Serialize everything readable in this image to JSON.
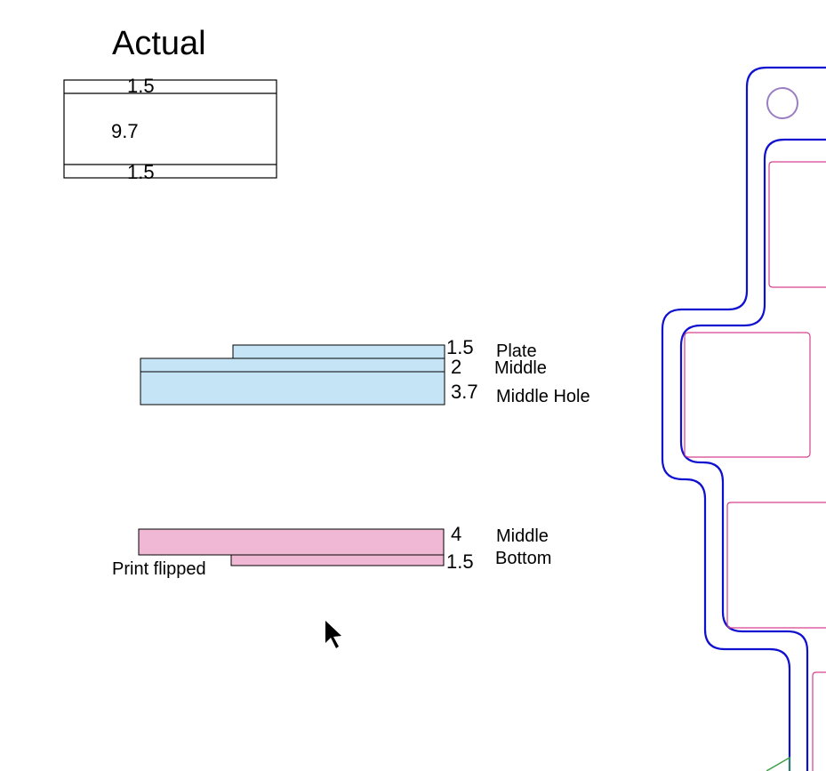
{
  "actual": {
    "title": "Actual",
    "top_layer": "1.5",
    "middle_layer": "9.7",
    "bottom_layer": "1.5"
  },
  "stack_blue": {
    "color": "#c5e4f6",
    "layers": [
      {
        "value": "1.5",
        "name": "Plate"
      },
      {
        "value": "2",
        "name": "Middle"
      },
      {
        "value": "3.7",
        "name": "Middle Hole"
      }
    ]
  },
  "stack_pink": {
    "color": "#f0b8d5",
    "layers": [
      {
        "value": "4",
        "name": "Middle"
      },
      {
        "value": "1.5",
        "name": "Bottom"
      }
    ],
    "note": "Print flipped"
  },
  "outline_colors": {
    "board_outline": "#1010d0",
    "key_cutout": "#d6408f",
    "mount_hole": "#9a7fc4",
    "edge_mark": "#3aa04a"
  },
  "cursor": "arrow-cursor-icon"
}
